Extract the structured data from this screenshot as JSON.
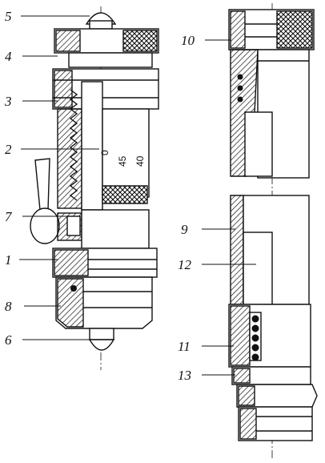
{
  "labels": {
    "left": [
      "5",
      "4",
      "3",
      "2",
      "7",
      "1",
      "8",
      "6"
    ],
    "right": [
      "10",
      "9",
      "12",
      "11",
      "13"
    ]
  },
  "scale_numbers": [
    "0",
    "45",
    "40"
  ],
  "colors": {
    "ink": "#111111",
    "paper": "#ffffff"
  }
}
